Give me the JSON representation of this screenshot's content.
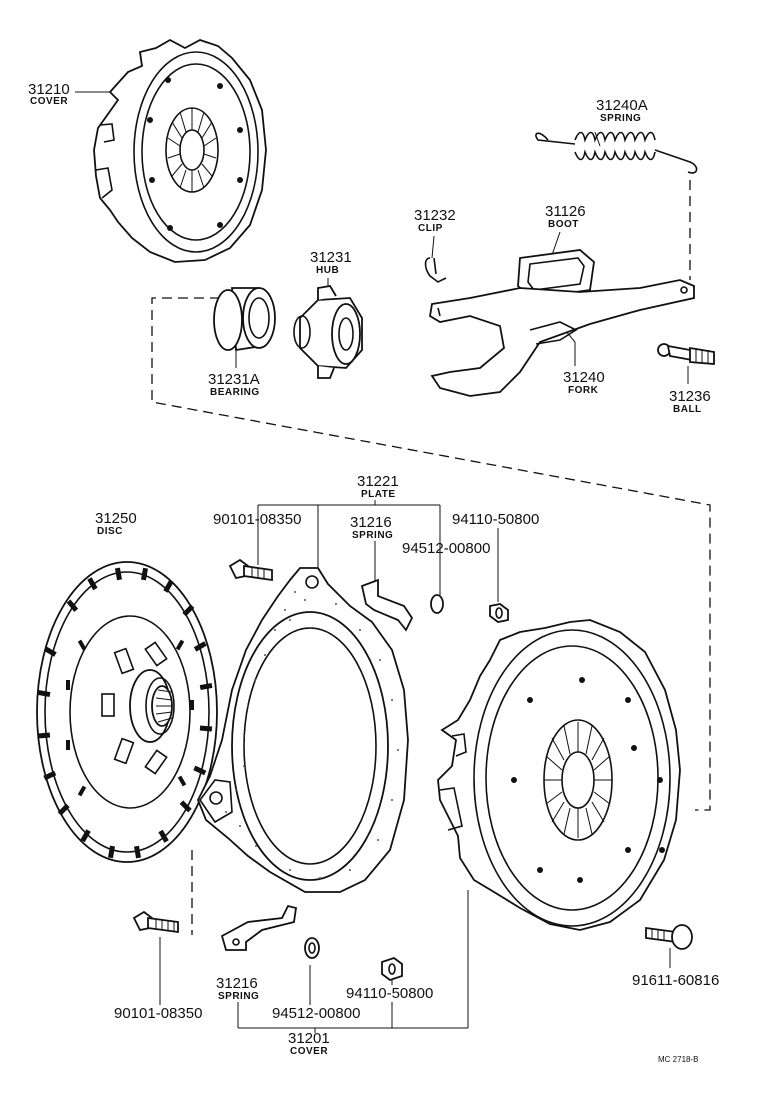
{
  "diagram": {
    "ref_code": "MC 2718-B",
    "parts": {
      "cover_top": {
        "number": "31210",
        "name": "COVER"
      },
      "spring_a": {
        "number": "31240A",
        "name": "SPRING"
      },
      "clip": {
        "number": "31232",
        "name": "CLIP"
      },
      "boot": {
        "number": "31126",
        "name": "BOOT"
      },
      "hub": {
        "number": "31231",
        "name": "HUB"
      },
      "bearing": {
        "number": "31231A",
        "name": "BEARING"
      },
      "fork": {
        "number": "31240",
        "name": "FORK"
      },
      "ball": {
        "number": "31236",
        "name": "BALL"
      },
      "plate": {
        "number": "31221",
        "name": "PLATE"
      },
      "disc": {
        "number": "31250",
        "name": "DISC"
      },
      "bolt_top": {
        "number": "90101-08350"
      },
      "spring_top": {
        "number": "31216",
        "name": "SPRING"
      },
      "nut_top": {
        "number": "94110-50800"
      },
      "washer_top": {
        "number": "94512-00800"
      },
      "spring_bottom": {
        "number": "31216",
        "name": "SPRING"
      },
      "bolt_bottom": {
        "number": "90101-08350"
      },
      "washer_bottom": {
        "number": "94512-00800"
      },
      "nut_bottom": {
        "number": "94110-50800"
      },
      "cover_bottom": {
        "number": "31201",
        "name": "COVER"
      },
      "bolt_right": {
        "number": "91611-60816"
      }
    }
  }
}
